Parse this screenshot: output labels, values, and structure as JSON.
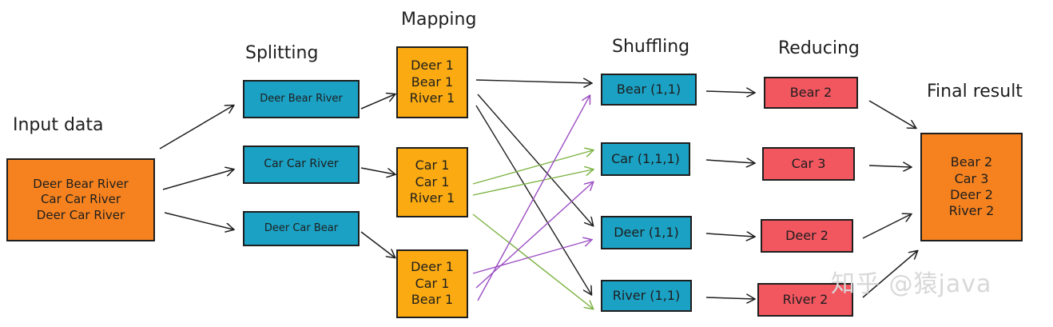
{
  "headers": {
    "input": "Input data",
    "splitting": "Splitting",
    "mapping": "Mapping",
    "shuffling": "Shuffling",
    "reducing": "Reducing",
    "final": "Final result"
  },
  "input_lines": [
    "Deer Bear River",
    "Car Car River",
    "Deer Car River"
  ],
  "splits": [
    "Deer Bear River",
    "Car Car River",
    "Deer Car Bear"
  ],
  "maps": [
    [
      "Deer 1",
      "Bear 1",
      "River 1"
    ],
    [
      "Car 1",
      "Car 1",
      "River 1"
    ],
    [
      "Deer 1",
      "Car 1",
      "Bear 1"
    ]
  ],
  "shuffles": [
    "Bear (1,1)",
    "Car (1,1,1)",
    "Deer (1,1)",
    "River (1,1)"
  ],
  "reduces": [
    "Bear 2",
    "Car 3",
    "Deer 2",
    "River 2"
  ],
  "final_lines": [
    "Bear 2",
    "Car 3",
    "Deer 2",
    "River 2"
  ],
  "watermark": "知乎 @猿java",
  "colors": {
    "input": "#f5821f",
    "split": "#1ba1c4",
    "map": "#fbab11",
    "shuffle": "#1ba1c4",
    "reduce": "#f25760",
    "final": "#f5821f",
    "arrow_default": "#1e1e1e",
    "arrow_green": "#7cb342",
    "arrow_purple": "#9c4fc4"
  }
}
